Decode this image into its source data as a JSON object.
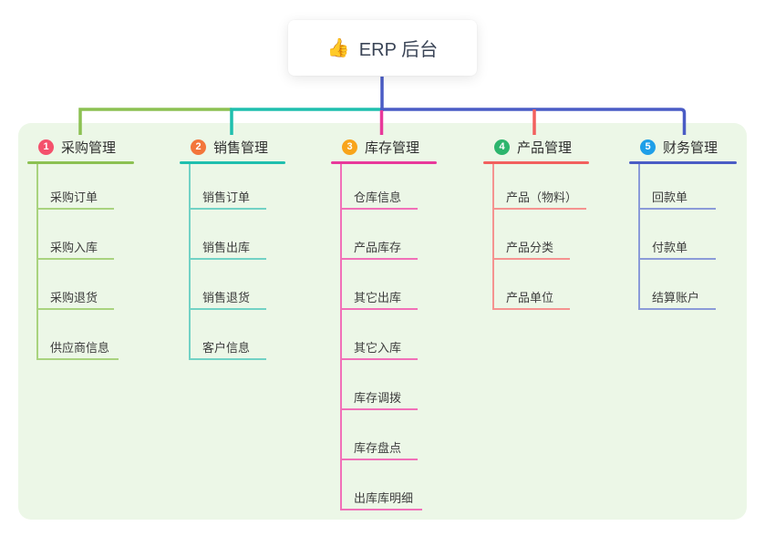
{
  "root": {
    "icon": "👍",
    "label": "ERP 后台"
  },
  "branches": [
    {
      "badge": "1",
      "label": "采购管理",
      "color": "#8cc152",
      "child_color": "#a9d37f",
      "badge_color": "#f4516c",
      "children": [
        "采购订单",
        "采购入库",
        "采购退货",
        "供应商信息"
      ]
    },
    {
      "badge": "2",
      "label": "销售管理",
      "color": "#1fbfae",
      "child_color": "#72d2c5",
      "badge_color": "#f3763b",
      "children": [
        "销售订单",
        "销售出库",
        "销售退货",
        "客户信息"
      ]
    },
    {
      "badge": "3",
      "label": "库存管理",
      "color": "#e8399b",
      "child_color": "#f170b8",
      "badge_color": "#f8a41b",
      "children": [
        "仓库信息",
        "产品库存",
        "其它出库",
        "其它入库",
        "库存调拨",
        "库存盘点",
        "出库库明细"
      ]
    },
    {
      "badge": "4",
      "label": "产品管理",
      "color": "#f2605e",
      "child_color": "#f59390",
      "badge_color": "#2db56d",
      "children": [
        "产品（物料）",
        "产品分类",
        "产品单位"
      ]
    },
    {
      "badge": "5",
      "label": "财务管理",
      "color": "#4a5cc5",
      "child_color": "#8b9bd8",
      "badge_color": "#1f9fe8",
      "children": [
        "回款单",
        "付款单",
        "结算账户"
      ]
    }
  ]
}
